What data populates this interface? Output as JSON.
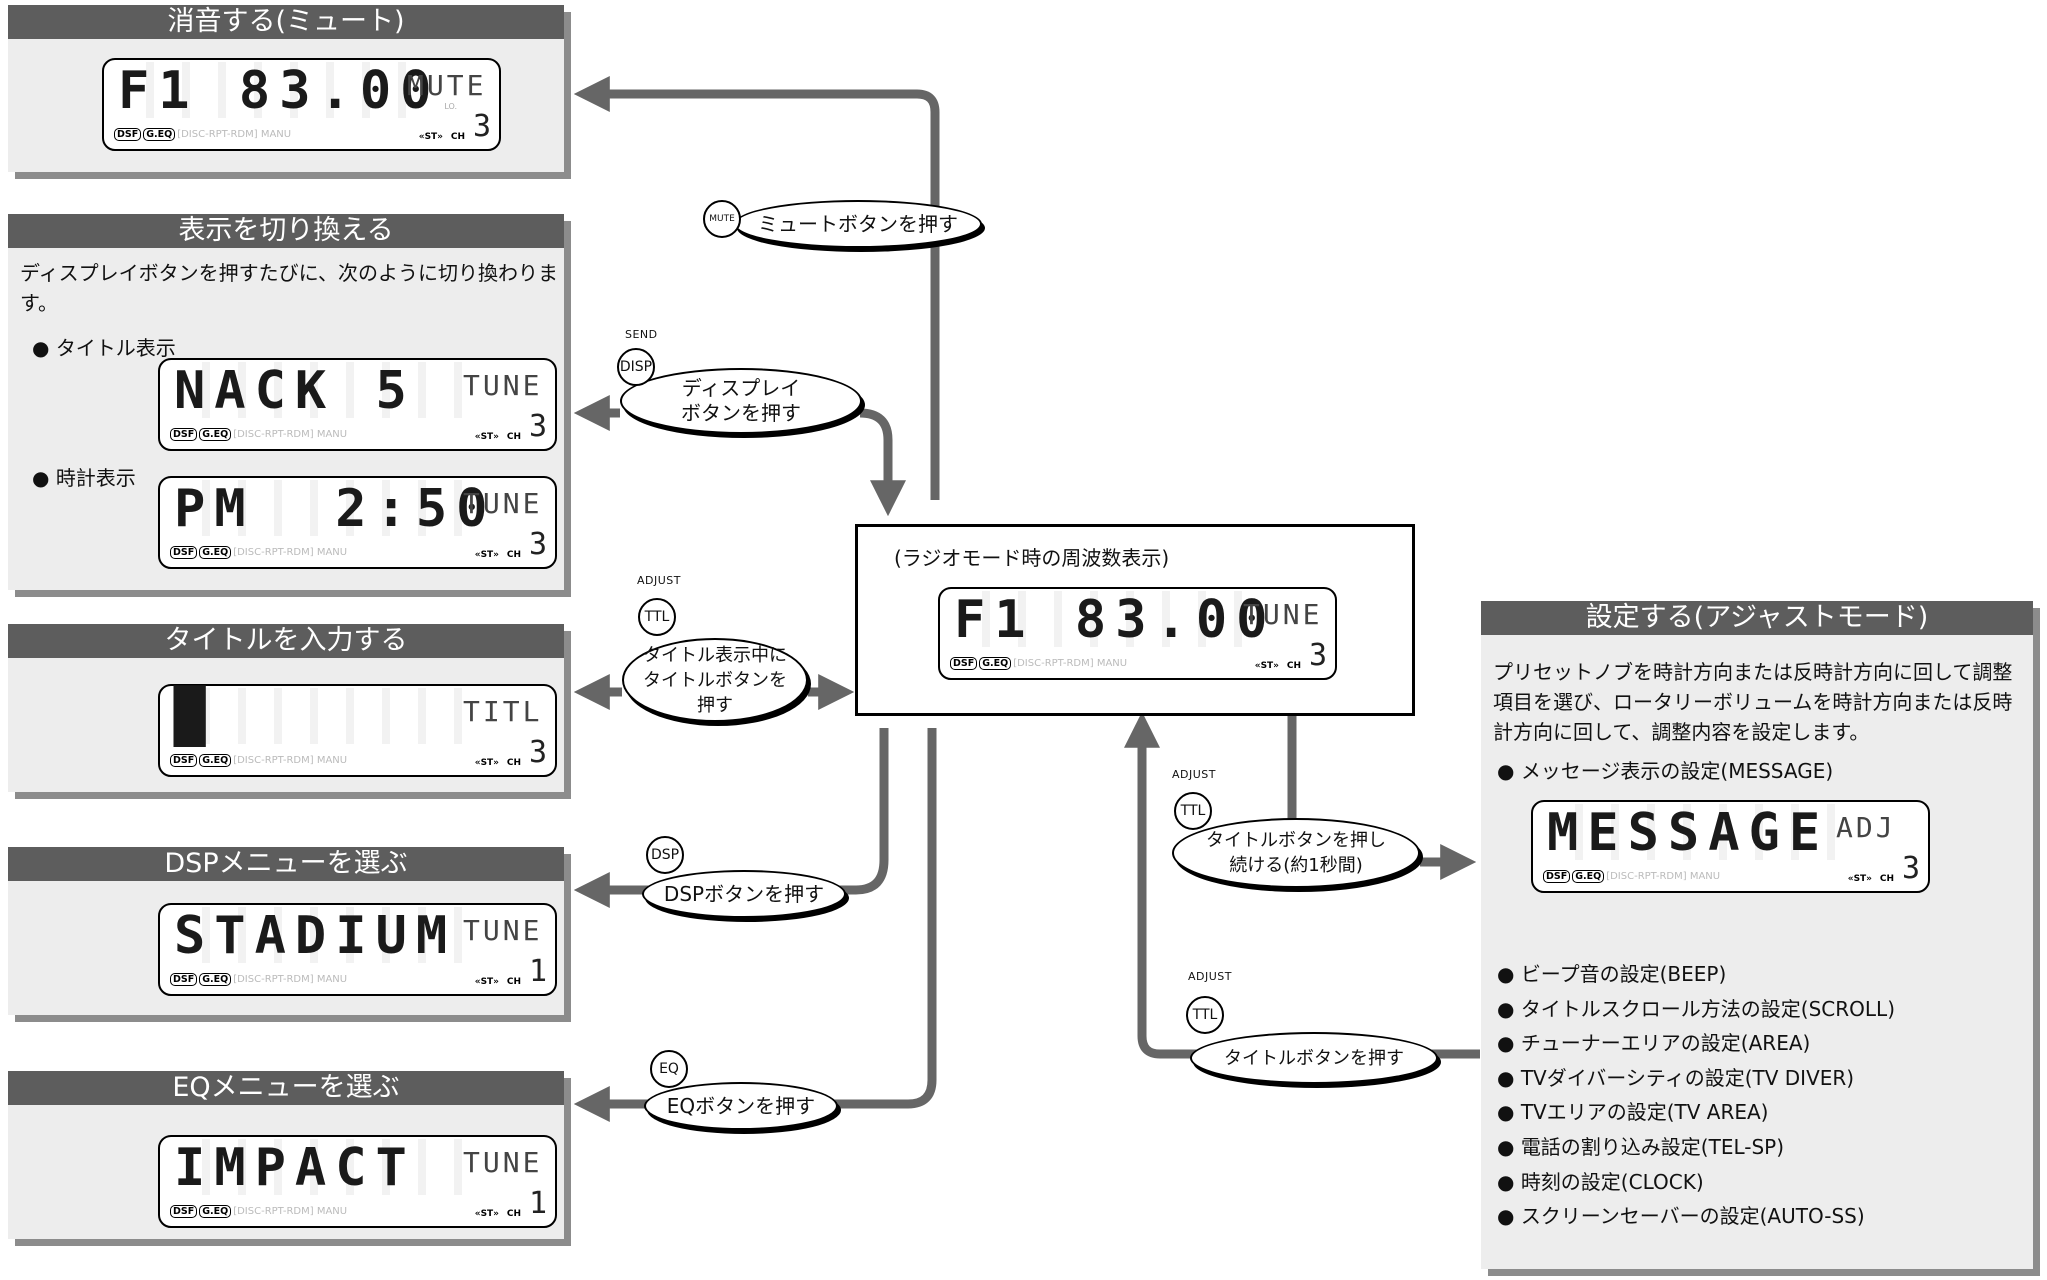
{
  "colors": {
    "panel_bg": "#ededed",
    "panel_head": "#5d5d5d",
    "arrow": "#666666",
    "shadow": "#8c8c8c"
  },
  "lcd_badges": {
    "dsf": "DSF",
    "geq": "G.EQ",
    "rest": "[DISC-RPT-RDM] MANU",
    "st": "«ST»",
    "ch": "CH",
    "lo": "LO."
  },
  "mute_panel": {
    "title": "消音する(ミュート)",
    "lcd_main": "F1 83.00",
    "lcd_mode": "MUTE",
    "lcd_digit": "3"
  },
  "display_panel": {
    "title": "表示を切り換える",
    "desc": "ディスプレイボタンを押すたびに、次のように切り換わります。",
    "bullet1": "タイトル表示",
    "bullet2": "時計表示",
    "lcd1_main": "NACK 5",
    "lcd1_mode": "TUNE",
    "lcd1_digit": "3",
    "lcd2_main": "PM  2:50",
    "lcd2_mode": "TUNE",
    "lcd2_digit": "3"
  },
  "title_panel": {
    "title": "タイトルを入力する",
    "lcd_main": "█",
    "lcd_mode": "TITL",
    "lcd_digit": "3"
  },
  "dsp_panel": {
    "title": "DSPメニューを選ぶ",
    "lcd_main": "STADIUM",
    "lcd_mode": "TUNE",
    "lcd_digit": "1"
  },
  "eq_panel": {
    "title": "EQメニューを選ぶ",
    "lcd_main": "IMPACT",
    "lcd_mode": "TUNE",
    "lcd_digit": "1"
  },
  "center": {
    "caption": "(ラジオモード時の周波数表示)",
    "lcd_main": "F1 83.00",
    "lcd_mode": "TUNE",
    "lcd_digit": "3"
  },
  "buttons": {
    "mute": {
      "icon_text": "MUTE",
      "label": "ミュートボタンを押す"
    },
    "disp": {
      "small": "SEND",
      "icon_text": "DISP",
      "label": "ディスプレイボタンを押す"
    },
    "ttl1": {
      "small": "ADJUST",
      "icon_text": "TTL",
      "label": "タイトル表示中にタイトルボタンを押す"
    },
    "dsp": {
      "icon_text": "DSP",
      "label": "DSPボタンを押す"
    },
    "eq": {
      "icon_text": "EQ",
      "label": "EQボタンを押す"
    },
    "ttl2": {
      "small": "ADJUST",
      "icon_text": "TTL",
      "label": "タイトルボタンを押し続ける(約1秒間)"
    },
    "ttl3": {
      "small": "ADJUST",
      "icon_text": "TTL",
      "label": "タイトルボタンを押す"
    }
  },
  "adjust_panel": {
    "title": "設定する(アジャストモード)",
    "desc": "プリセットノブを時計方向または反時計方向に回して調整項目を選び、ロータリーボリュームを時計方向または反時計方向に回して、調整内容を設定します。",
    "first_item": "メッセージ表示の設定(MESSAGE)",
    "lcd_main": "MESSAGE",
    "lcd_mode": "ADJ",
    "lcd_digit": "3",
    "items": [
      "ビープ音の設定(BEEP)",
      "タイトルスクロール方法の設定(SCROLL)",
      "チューナーエリアの設定(AREA)",
      "TVダイバーシティの設定(TV DIVER)",
      "TVエリアの設定(TV AREA)",
      "電話の割り込み設定(TEL-SP)",
      "時刻の設定(CLOCK)",
      "スクリーンセーバーの設定(AUTO-SS)"
    ]
  }
}
